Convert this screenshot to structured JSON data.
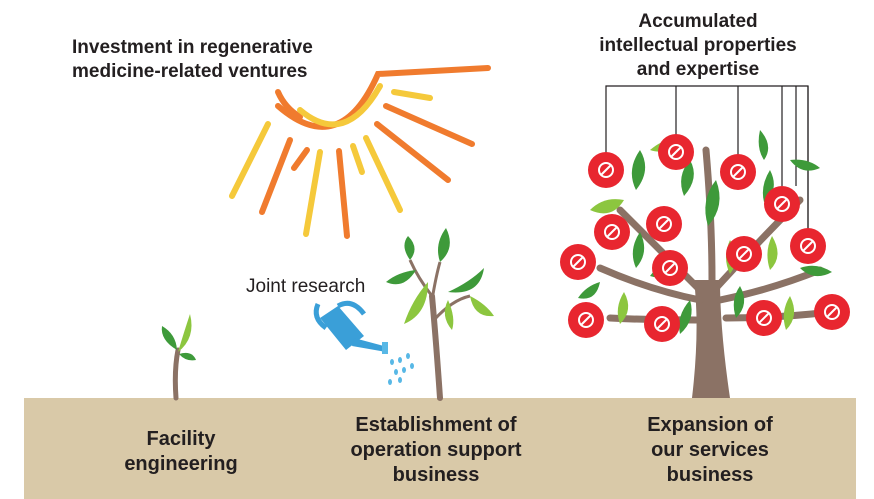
{
  "labels": {
    "investment": "Investment in regenerative\nmedicine-related ventures",
    "joint_research": "Joint research",
    "intellectual_properties": "Accumulated\nintellectual properties\nand expertise"
  },
  "stages": [
    {
      "label": "Facility\nengineering"
    },
    {
      "label": "Establishment of\noperation support\nbusiness"
    },
    {
      "label": "Expansion of\nour services\nbusiness"
    }
  ],
  "colors": {
    "ground": "#d9c9a8",
    "trunk": "#8b7265",
    "leaf_dark": "#3e9a3a",
    "leaf_light": "#8cc63f",
    "fruit": "#e8262f",
    "sun_orange": "#f07b2e",
    "sun_yellow": "#f5c93b",
    "water_can": "#3a9fd8",
    "water_drop": "#58b8e6",
    "text": "#231f20"
  },
  "fruit_icons": [
    "lightbulb-gear-icon",
    "wrench-icon",
    "lab-flask-icon",
    "syringe-icon",
    "test-tubes-icon",
    "gears-icon",
    "factory-icon",
    "microscope-icon",
    "sun-burst-icon",
    "globe-icon",
    "magnifier-icon",
    "flask-icon",
    "atom-icon",
    "molecule-icon"
  ]
}
